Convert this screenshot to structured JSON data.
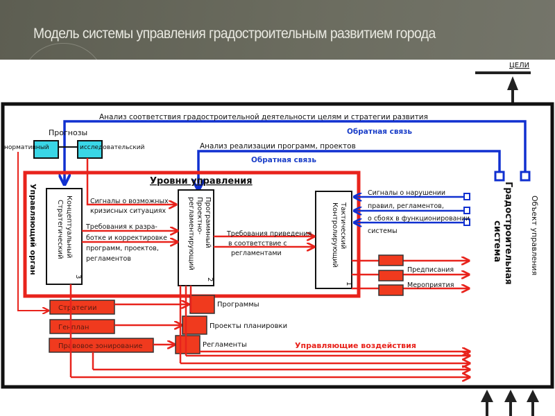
{
  "slide": {
    "title": "Модель системы управления градостроительным развитием города"
  },
  "goals": {
    "label": "ЦЕЛИ"
  },
  "feedback": {
    "analysis_goals": "Анализ соответствия градостроительной деятельности целям и стратегии развития",
    "feedback_1": "Обратная связь",
    "analysis_programs": "Анализ реализации программ, проектов",
    "feedback_2": "Обратная связь"
  },
  "forecasts": {
    "title": "Прогнозы",
    "normative": "нормативный",
    "research": "исследовательский"
  },
  "control_levels": {
    "title": "Уровни управления",
    "governing_body": "Управляющий орган",
    "levels": [
      {
        "number": "3",
        "line1": "Концептуальный",
        "line2": "Стратегический",
        "line3": ""
      },
      {
        "number": "2",
        "line1": "Программный",
        "line2": "Проектно-",
        "line3": "регламентирующий"
      },
      {
        "number": "1",
        "line1": "Тактический",
        "line2": "Контролирующий",
        "line3": ""
      }
    ]
  },
  "signals": {
    "crisis": [
      "Сигналы о возможных",
      "кризисных ситуациях"
    ],
    "requirements_dev": [
      "Требования к разра-",
      "ботке и корректировке",
      "программ, проектов,",
      "регламентов"
    ],
    "requirements_compliance": [
      "Требования приведения",
      "в соответствие с",
      "регламентами"
    ],
    "violations": [
      "Сигналы о нарушении",
      "правил, регламентов,",
      "о сбоях в функционировании",
      "системы"
    ]
  },
  "outputs": {
    "tactical": [
      "Предписания",
      "Мероприятия"
    ],
    "documents": [
      "Стратегии",
      "Генплан",
      "Правовое зонирование"
    ],
    "products": [
      "Программы",
      "Проекты планировки",
      "Регламенты"
    ],
    "control_actions": "Управляющие воздействия"
  },
  "object": {
    "system_line1": "Градостроительная",
    "system_line2": "система",
    "label": "Объект управления"
  },
  "colors": {
    "red": "#e8231c",
    "box_red": "#f03a1e",
    "blue": "#1030d0",
    "cyan": "#3ad6e6",
    "dark": "#111111"
  }
}
